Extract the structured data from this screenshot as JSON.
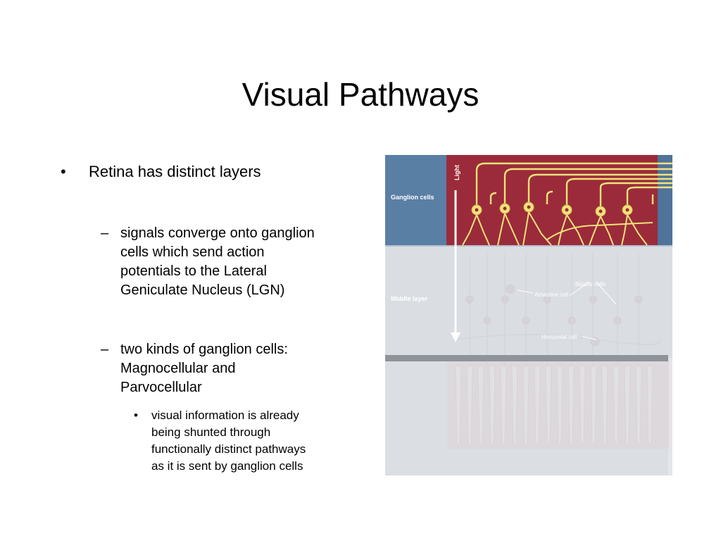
{
  "slide": {
    "title": "Visual Pathways",
    "bullets": [
      {
        "marker": "•",
        "text": "Retina has distinct layers"
      },
      {
        "marker": "–",
        "text_lines": [
          "signals converge onto ganglion",
          "cells which send action",
          "potentials to the Lateral",
          "Geniculate Nucleus (LGN)"
        ]
      },
      {
        "marker": "–",
        "text_lines": [
          "two kinds of ganglion cells:",
          "Magnocellular and",
          "Parvocellular"
        ]
      },
      {
        "marker": "•",
        "text_lines": [
          "visual information is already",
          "being shunted through",
          "functionally distinct pathways",
          "as it is sent by ganglion cells"
        ]
      }
    ]
  },
  "figure": {
    "labels": {
      "ganglion_cells": "Ganglion cells",
      "middle_layer": "Middle layer",
      "light": "Light",
      "bipolar_cells": "Bipolar cells",
      "amacrine_cell": "Amacrine cell",
      "horizontal_cell": "Horizontal cell"
    },
    "colors": {
      "blue_band": "#5a7fa5",
      "red_panel": "#9b2b3a",
      "neuron_yellow": "#f2e27a",
      "gray_overlay": "#d7dadf"
    }
  }
}
